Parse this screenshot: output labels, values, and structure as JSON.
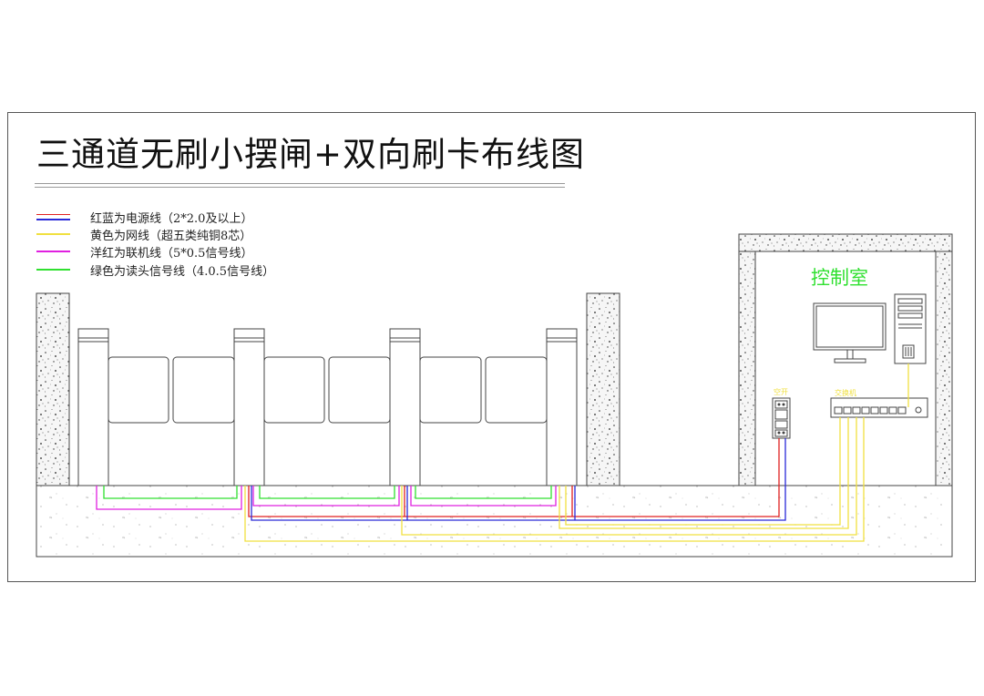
{
  "title": "三通道无刷小摆闸+双向刷卡布线图",
  "legend": [
    {
      "text": "红蓝为电源线（2*2.0及以上）",
      "colors": [
        "#e02020",
        "#2a2ad8"
      ]
    },
    {
      "text": "黄色为网线（超五类纯铜8芯）",
      "colors": [
        "#f0e040"
      ]
    },
    {
      "text": "洋红为联机线（5*0.5信号线）",
      "colors": [
        "#e020e0"
      ]
    },
    {
      "text": "绿色为读头信号线（4.0.5信号线）",
      "colors": [
        "#30e030"
      ]
    }
  ],
  "control_room": {
    "label": "控制室",
    "label_color": "#30e030"
  },
  "breaker": {
    "label": "空开"
  },
  "switch": {
    "label": "交换机"
  },
  "colors": {
    "power_pos": "#e02020",
    "power_neg": "#2a2ad8",
    "network": "#f0e040",
    "link": "#e020e0",
    "reader": "#30e030",
    "line": "#444444",
    "wall_fill": "#f4f4f4"
  }
}
